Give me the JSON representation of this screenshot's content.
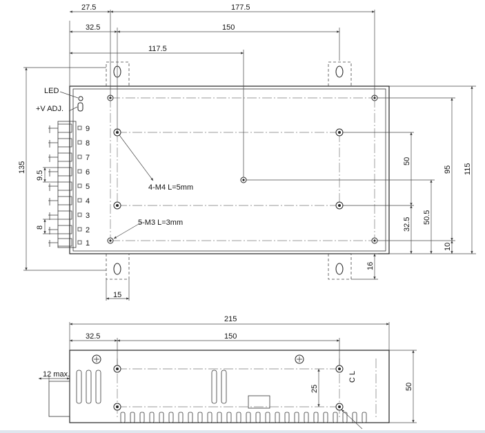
{
  "top_view": {
    "dims": {
      "d_27_5": "27.5",
      "d_177_5": "177.5",
      "d_32_5": "32.5",
      "d_150": "150",
      "d_117_5": "117.5",
      "d_135": "135",
      "d_115": "115",
      "d_95": "95",
      "d_50": "50",
      "d_50_5": "50.5",
      "d_32_5_v": "32.5",
      "d_10": "10",
      "d_16": "16",
      "d_15": "15",
      "d_9_5": "9.5",
      "d_8": "8"
    },
    "labels": {
      "led": "LED",
      "vadj": "+V ADJ.",
      "m4_note": "4-M4 L=5mm",
      "m3_note": "5-M3 L=3mm"
    },
    "terminal_numbers": [
      "9",
      "8",
      "7",
      "6",
      "5",
      "4",
      "3",
      "2",
      "1"
    ]
  },
  "side_view": {
    "dims": {
      "d_215": "215",
      "d_32_5": "32.5",
      "d_150": "150",
      "d_12max": "12 max.",
      "d_25": "25",
      "d_50": "50"
    },
    "center_mark": "C L"
  }
}
